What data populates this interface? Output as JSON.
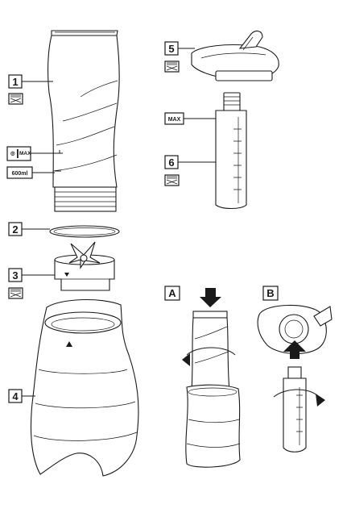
{
  "callouts": [
    {
      "id": "1",
      "text": "1"
    },
    {
      "id": "2",
      "text": "2"
    },
    {
      "id": "3",
      "text": "3"
    },
    {
      "id": "4",
      "text": "4"
    },
    {
      "id": "5",
      "text": "5"
    },
    {
      "id": "6",
      "text": "6"
    }
  ],
  "steps": {
    "a": "A",
    "b": "B"
  },
  "labels": {
    "max": "MAX",
    "max_icon": "MAX",
    "capacity": "600ml",
    "triangle": "▲"
  },
  "icons": {
    "dishwasher": "dishwasher-icon",
    "max_fill": "max-fill-icon"
  }
}
